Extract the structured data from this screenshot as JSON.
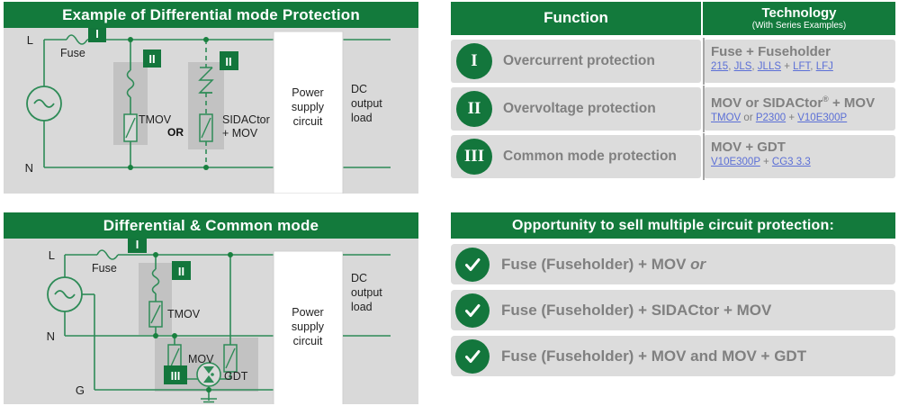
{
  "panels": {
    "top_diagram": {
      "title": "Example of Differential mode Protection",
      "labels": {
        "line": "L",
        "neutral": "N",
        "fuse": "Fuse",
        "badge1": "I",
        "badge2a": "II",
        "badge2b": "II",
        "tmov": "TMOV",
        "sidactor": "SIDACtor",
        "sidactor2": "+ MOV",
        "or": "OR",
        "psu1": "Power",
        "psu2": "supply",
        "psu3": "circuit",
        "dc1": "DC",
        "dc2": "output",
        "dc3": "load"
      }
    },
    "bottom_diagram": {
      "title": "Differential & Common mode",
      "labels": {
        "line": "L",
        "neutral": "N",
        "ground": "G",
        "fuse": "Fuse",
        "badge1": "I",
        "badge2": "II",
        "badge3": "III",
        "tmov": "TMOV",
        "mov": "MOV",
        "gdt": "GDT",
        "psu1": "Power",
        "psu2": "supply",
        "psu3": "circuit",
        "dc1": "DC",
        "dc2": "output",
        "dc3": "load"
      }
    }
  },
  "table": {
    "headers": {
      "function": "Function",
      "technology": "Technology",
      "technology_sub": "(With Series Examples)"
    },
    "rows": [
      {
        "numeral": "I",
        "function": "Overcurrent protection",
        "tech_main": "Fuse + Fuseholder",
        "tech_links": [
          "215",
          "JLS",
          "JLLS",
          "LFT",
          "LFJ"
        ],
        "tech_sub_template": "215, JLS, JLLS + LFT, LFJ"
      },
      {
        "numeral": "II",
        "function": "Overvoltage protection",
        "tech_main": "MOV or SIDACtor",
        "tech_main_sup": "®",
        "tech_main_tail": " + MOV",
        "tech_links": [
          "TMOV",
          "P2300",
          "V10E300P"
        ],
        "tech_sub_template": "TMOV or P2300 + V10E300P"
      },
      {
        "numeral": "III",
        "function": "Common mode protection",
        "tech_main": "MOV + GDT",
        "tech_links": [
          "V10E300P",
          "CG3 3.3"
        ],
        "tech_sub_template": "V10E300P + CG3 3.3"
      }
    ]
  },
  "opportunity": {
    "title": "Opportunity to sell multiple circuit protection:",
    "items": [
      {
        "text": "Fuse (Fuseholder) + MOV ",
        "emphasis": "or"
      },
      {
        "text": "Fuse (Fuseholder) + SIDACtor + MOV",
        "emphasis": ""
      },
      {
        "text": "Fuse (Fuseholder) + MOV and MOV + GDT",
        "emphasis": ""
      }
    ]
  },
  "colors": {
    "brand_green": "#137a3c",
    "panel_gray": "#d9d9d9",
    "row_gray": "#dcdcdc",
    "text_gray": "#808080",
    "link_blue": "#5b6fd6",
    "wire_green": "#2e8b57"
  }
}
